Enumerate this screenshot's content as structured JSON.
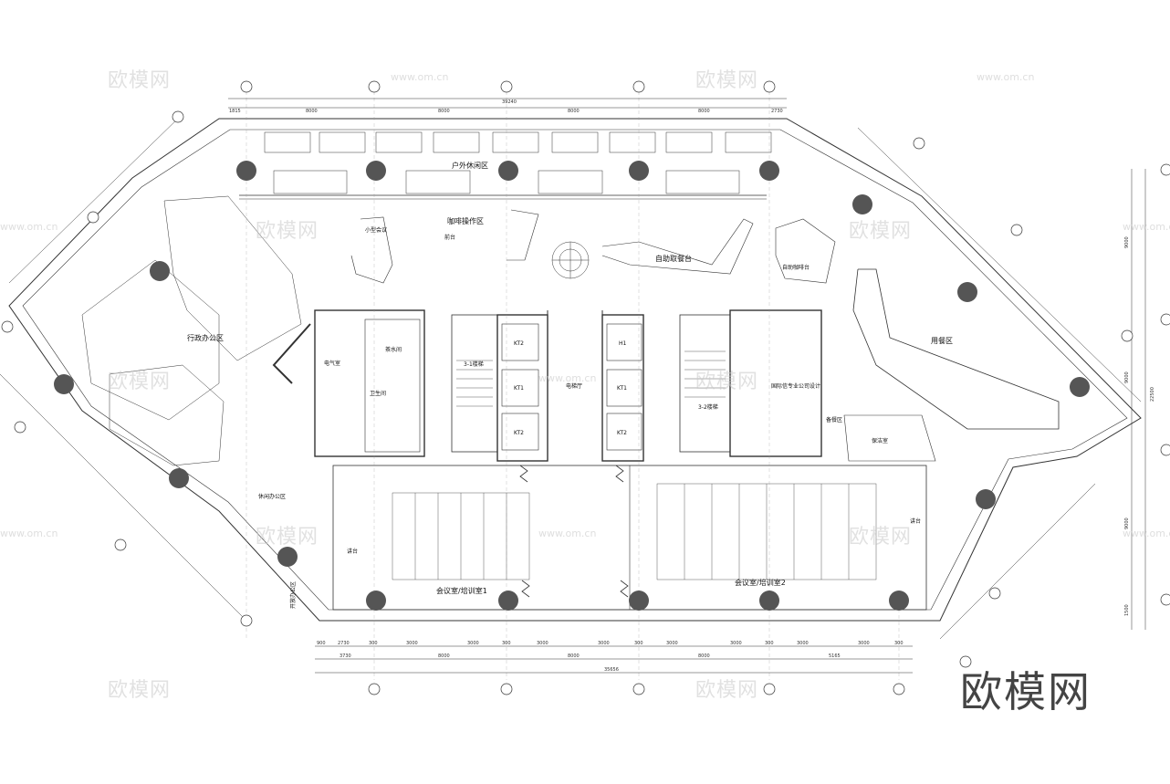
{
  "brand": {
    "logo_text": "欧模网",
    "watermark_text": "欧模网",
    "watermark_url": "www.om.cn"
  },
  "colors": {
    "line": "#333333",
    "column": "#555555",
    "watermark": "#c9c9c9",
    "background": "#ffffff"
  },
  "rooms": {
    "outdoor_lounge": "户外休闲区",
    "coffee_bar": "咖啡操作区",
    "reception_desk": "前台",
    "small_meeting": "小型会议",
    "self_service_counter": "自助取餐台",
    "self_service_bar": "自助咖啡台",
    "admin_office": "行政办公区",
    "server_room": "电气室",
    "pantry": "茶水间",
    "restroom": "卫生间",
    "stair_1": "3-1楼梯",
    "stair_2": "3-2楼梯",
    "elevator_lobby": "电梯厅",
    "dining_area": "用餐区",
    "pro_company": "国际信专业公司设计",
    "prep_area": "备餐区",
    "cleaning_room": "保洁室",
    "leisure_area": "休闲办公区",
    "open_work": "开放办公区",
    "training_1": "会议室/培训室1",
    "training_2": "会议室/培训室2",
    "stage_1": "讲台",
    "stage_2": "讲台",
    "kt1_a": "KT1",
    "kt1_b": "KT1",
    "kt2_a": "KT2",
    "kt2_b": "KT2",
    "kt2_c": "KT2",
    "h1": "H1"
  },
  "dimensions": {
    "top_total": "39240",
    "top_segments": [
      "1815",
      "8000",
      "8000",
      "8000",
      "8000",
      "2730"
    ],
    "bottom_row1": [
      "900",
      "2730",
      "300",
      "3000",
      "3000",
      "300",
      "3000",
      "3000",
      "300",
      "3000",
      "3000",
      "300",
      "3000",
      "3000",
      "300"
    ],
    "bottom_row2": [
      "3730",
      "8000",
      "8000",
      "8000",
      "5165"
    ],
    "bottom_total": "35656",
    "right_vertical": [
      "9000",
      "9000",
      "9000",
      "1500"
    ],
    "right_total": "22500"
  }
}
